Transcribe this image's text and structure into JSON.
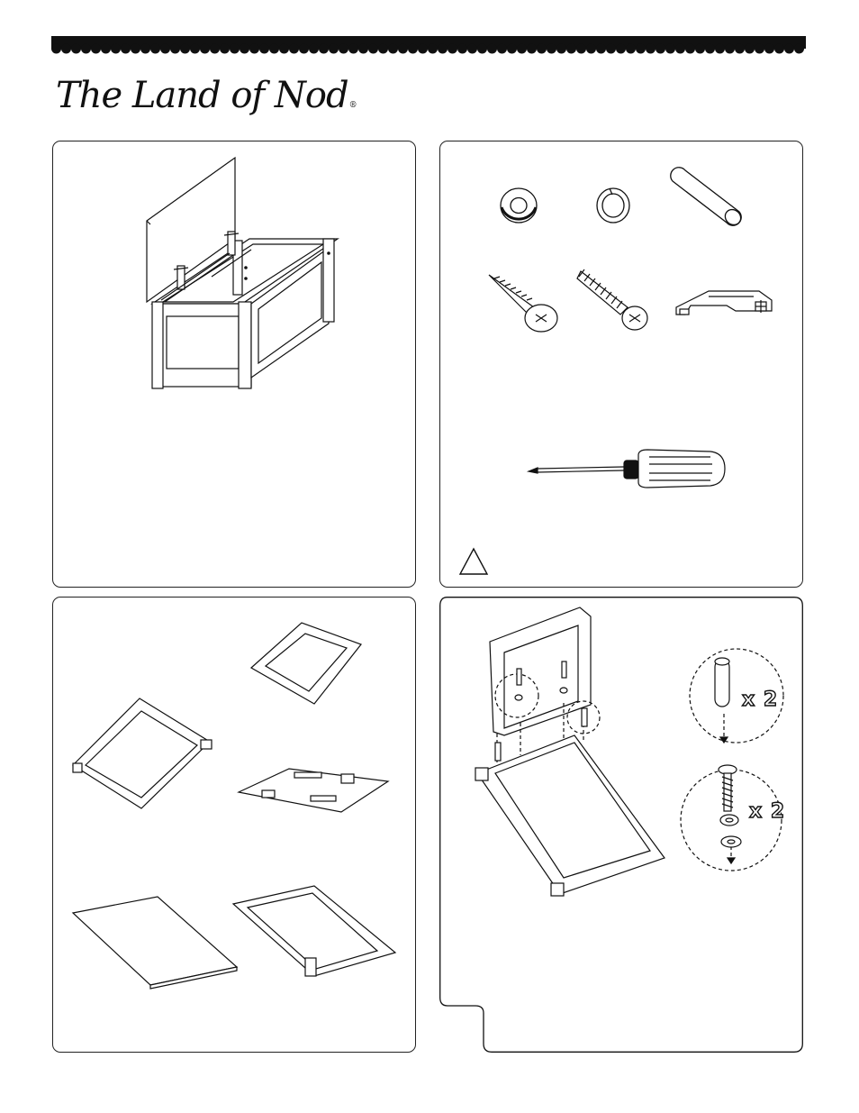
{
  "brand": {
    "logo_text": "The Land of Nod",
    "registered_mark": "®"
  },
  "parts_panel": {
    "warning_symbol": "!"
  },
  "step_panel": {
    "dowel_quantity": "x 2",
    "screw_quantity": "x 2"
  },
  "icons": {
    "brand_scallop": "scallop-border",
    "warning": "warning-triangle-icon",
    "tool": "phillips-screwdriver-icon"
  },
  "colors": {
    "ink": "#111111",
    "paper": "#ffffff"
  }
}
